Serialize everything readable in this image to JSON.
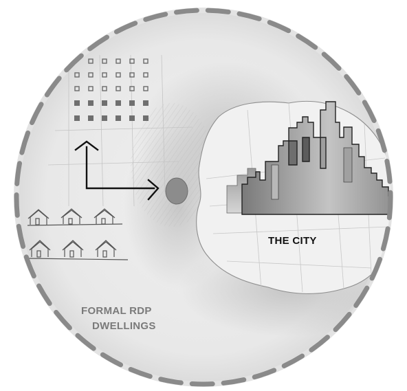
{
  "labels": {
    "city": "THE CITY",
    "rdp_line1": "FORMAL RDP",
    "rdp_line2": "DWELLINGS"
  },
  "icons": {
    "arrow": "elbow-arrow-icon",
    "node": "location-dot-icon",
    "house": "house-icon",
    "skyline": "city-skyline-icon"
  },
  "colors": {
    "background_disc": "#e9e9e9",
    "dashed_ring": "#8a8a8a",
    "label_city": "#111111",
    "label_rdp": "#7a7a7a",
    "node_fill": "#8c8c8c"
  }
}
